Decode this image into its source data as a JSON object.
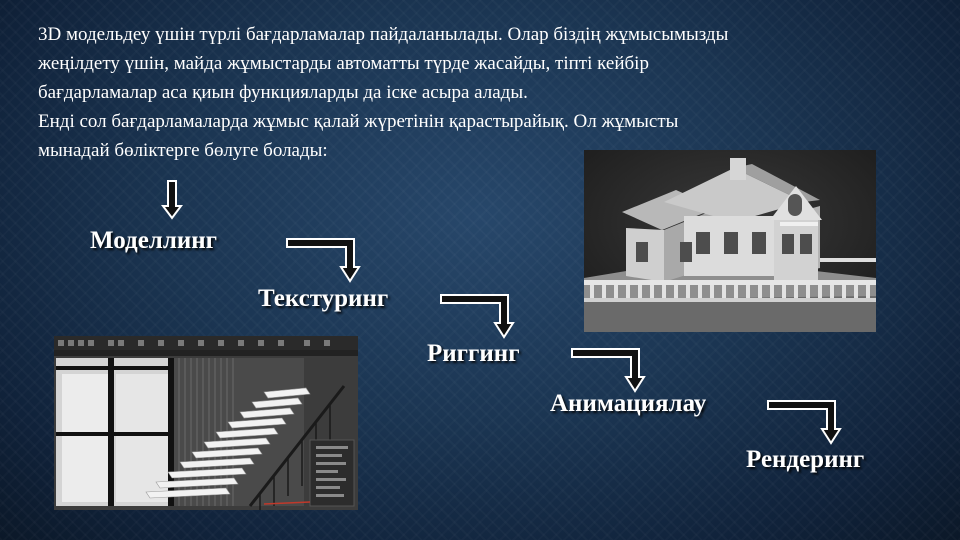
{
  "intro": {
    "line1": "3D модельдеу үшін түрлі бағдарламалар пайдаланылады. Олар біздің жұмысымызды",
    "line2": "жеңілдету үшін, майда жұмыстарды автоматты түрде жасайды, тіпті кейбір",
    "line3": "бағдарламалар аса қиын функцияларды да іске асыра алады.",
    "line4": "Енді сол бағдарламаларда жұмыс қалай жүретінін қарастырайық. Ол жұмысты",
    "line5": "мынадай бөліктерге бөлуге болады:"
  },
  "steps": [
    "Моделлинг",
    "Текстуринг",
    "Риггинг",
    "Анимациялау",
    "Рендеринг"
  ],
  "images": {
    "house": "3d-house-model-render",
    "stairs": "3d-software-viewport-staircase"
  }
}
